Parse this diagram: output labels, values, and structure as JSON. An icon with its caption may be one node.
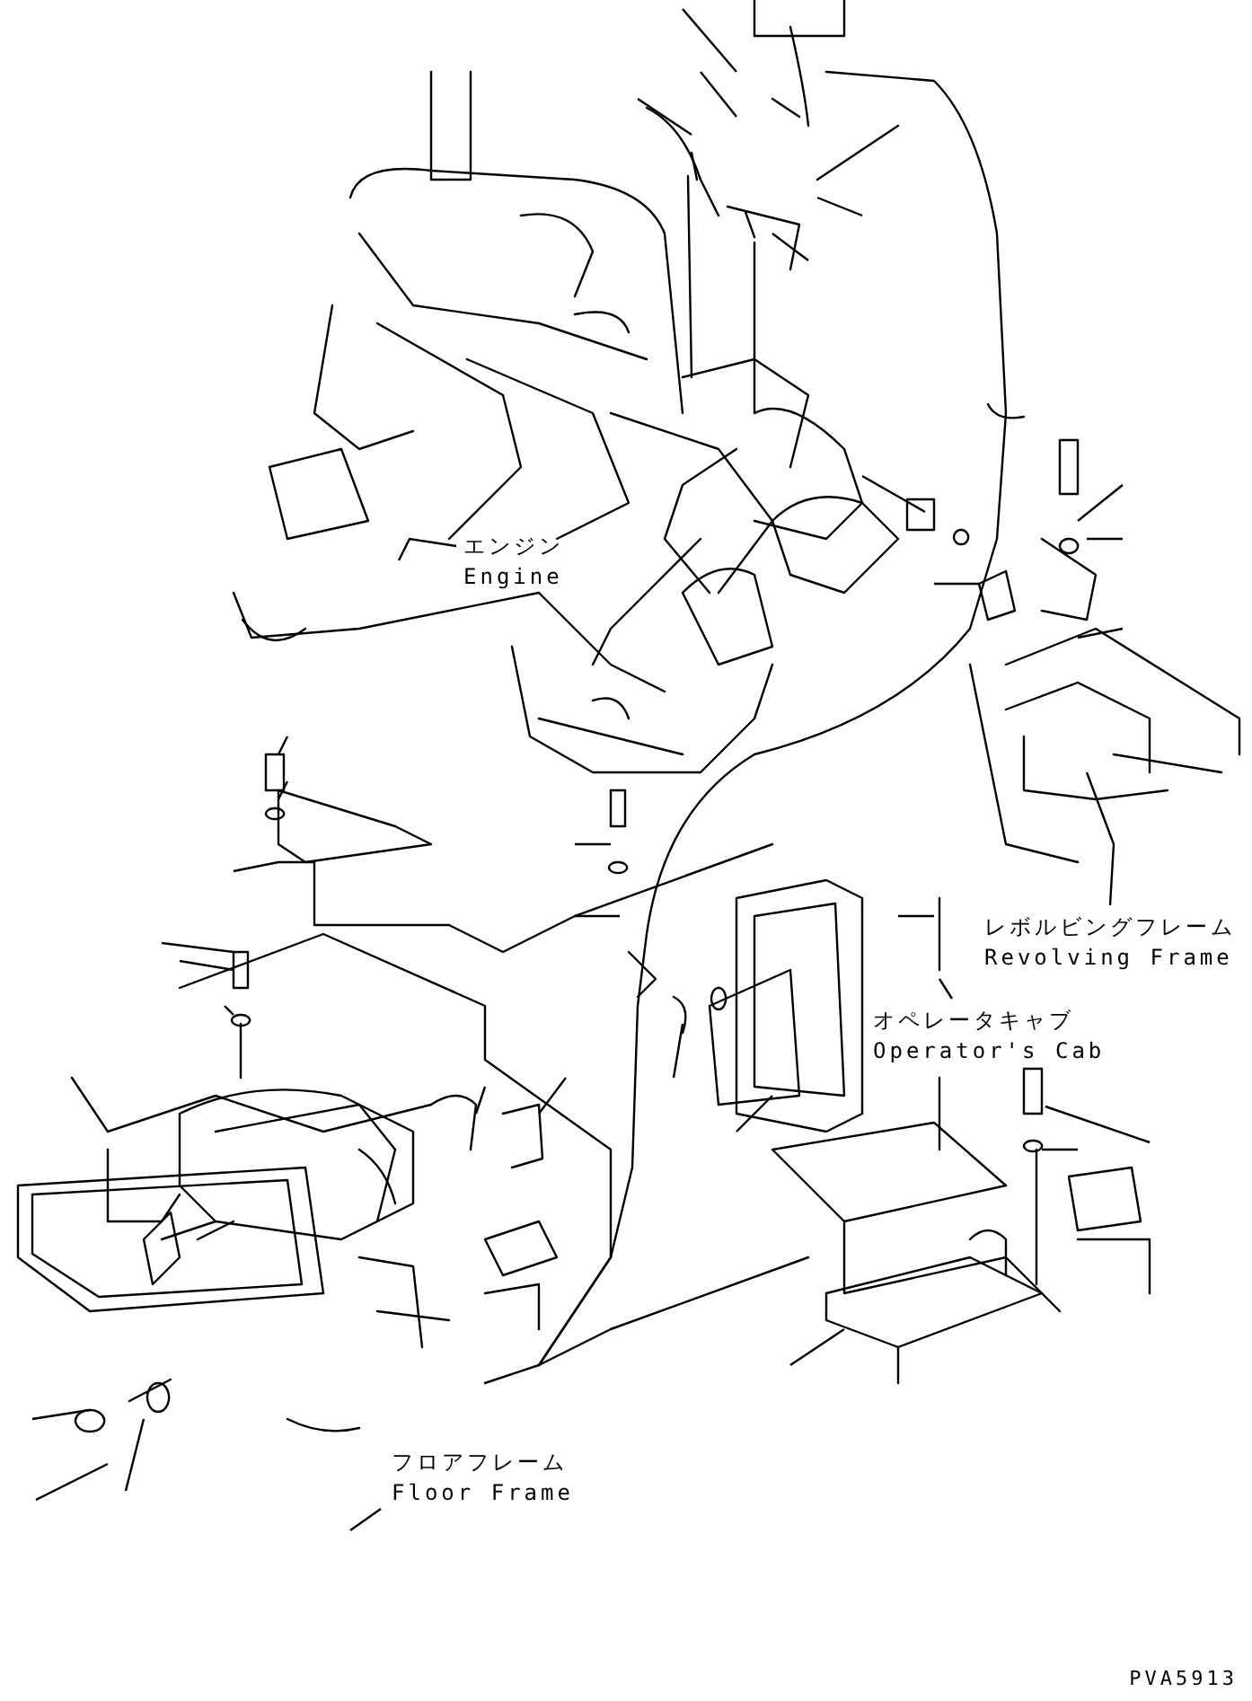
{
  "diagram": {
    "nodes": [
      {
        "text": [
          "エンジン",
          "Engine"
        ]
      },
      {
        "text": [
          "レボルビングフレーム",
          "Revolving Frame"
        ]
      },
      {
        "text": [
          "オペレータキャブ",
          "Operator's Cab"
        ]
      },
      {
        "text": [
          "フロアフレーム",
          "Floor Frame"
        ]
      }
    ],
    "edges": [
      {
        "from": 0,
        "to": null,
        "arrow": "none"
      },
      {
        "from": 1,
        "to": null,
        "arrow": "none"
      },
      {
        "from": 2,
        "to": null,
        "arrow": "none"
      },
      {
        "from": 3,
        "to": null,
        "arrow": "none"
      }
    ],
    "labels": [
      "PVA5913"
    ]
  }
}
